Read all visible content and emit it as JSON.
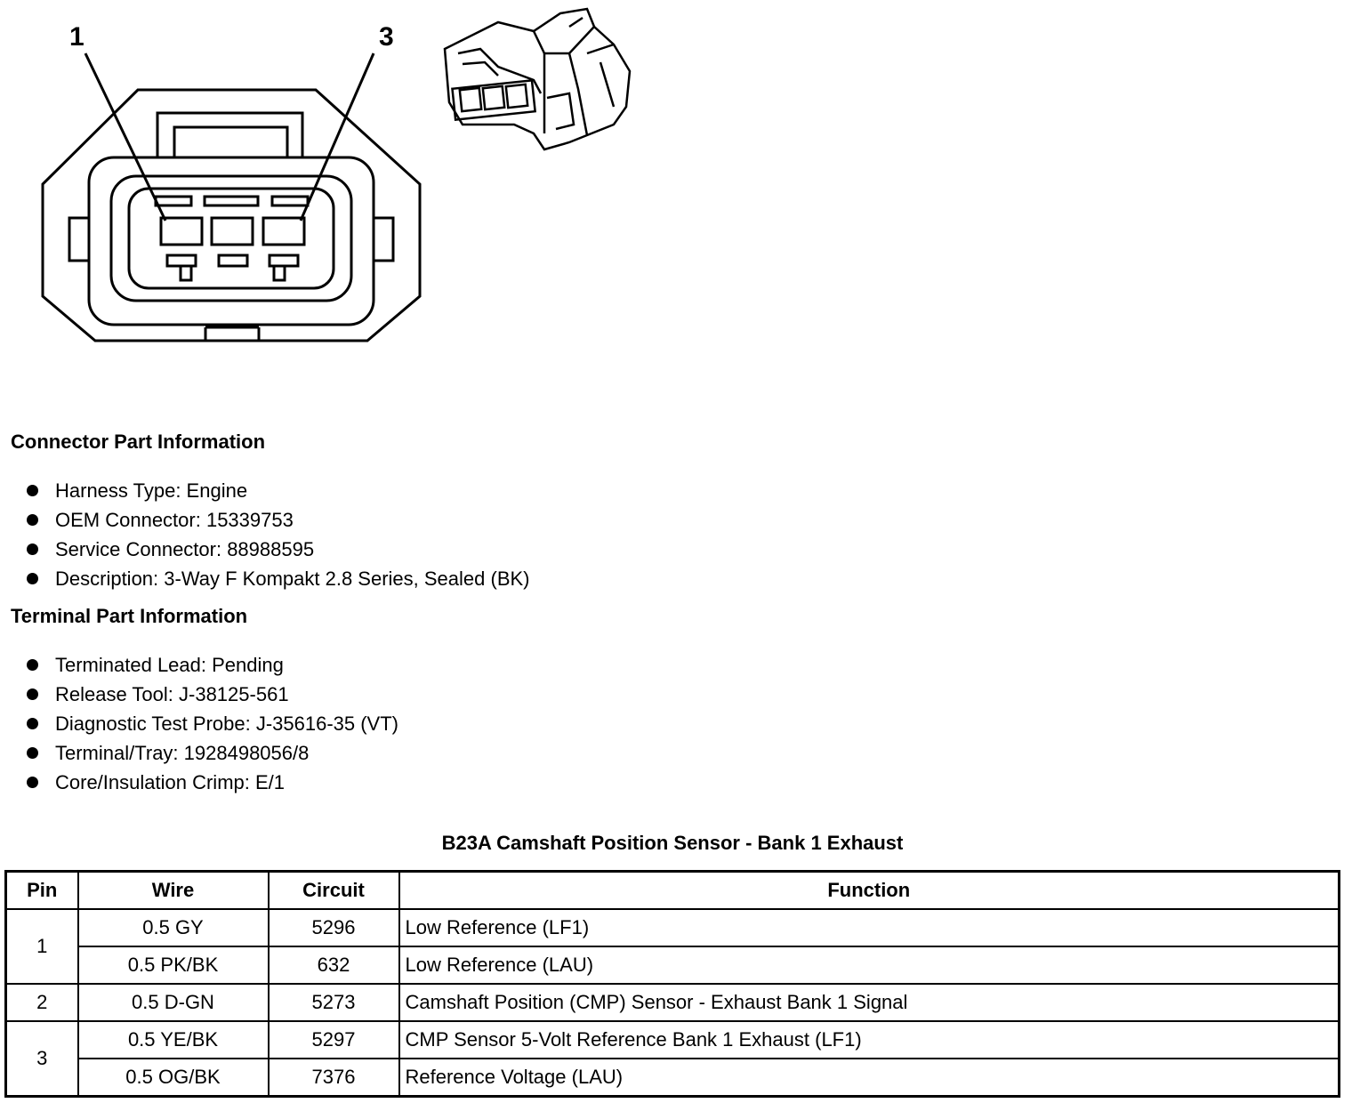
{
  "callouts": {
    "pin1": "1",
    "pin3": "3"
  },
  "connector_info": {
    "title": "Connector Part Information",
    "items": [
      "Harness Type: Engine",
      "OEM Connector: 15339753",
      "Service Connector: 88988595",
      "Description: 3-Way F Kompakt 2.8 Series, Sealed (BK)"
    ]
  },
  "terminal_info": {
    "title": "Terminal Part Information",
    "items": [
      "Terminated Lead: Pending",
      "Release Tool: J-38125-561",
      "Diagnostic Test Probe: J-35616-35 (VT)",
      "Terminal/Tray: 1928498056/8",
      "Core/Insulation Crimp: E/1"
    ]
  },
  "table": {
    "title": "B23A Camshaft Position Sensor - Bank 1 Exhaust",
    "headers": {
      "pin": "Pin",
      "wire": "Wire",
      "circuit": "Circuit",
      "function": "Function"
    },
    "rows": [
      {
        "pin": "1",
        "wire": "0.5 GY",
        "circuit": "5296",
        "function": "Low Reference (LF1)"
      },
      {
        "wire": "0.5 PK/BK",
        "circuit": "632",
        "function": "Low Reference (LAU)"
      },
      {
        "pin": "2",
        "wire": "0.5 D-GN",
        "circuit": "5273",
        "function": "Camshaft Position (CMP) Sensor - Exhaust Bank 1 Signal"
      },
      {
        "pin": "3",
        "wire": "0.5 YE/BK",
        "circuit": "5297",
        "function": "CMP Sensor 5-Volt Reference Bank 1 Exhaust (LF1)"
      },
      {
        "wire": "0.5 OG/BK",
        "circuit": "7376",
        "function": "Reference Voltage (LAU)"
      }
    ]
  }
}
